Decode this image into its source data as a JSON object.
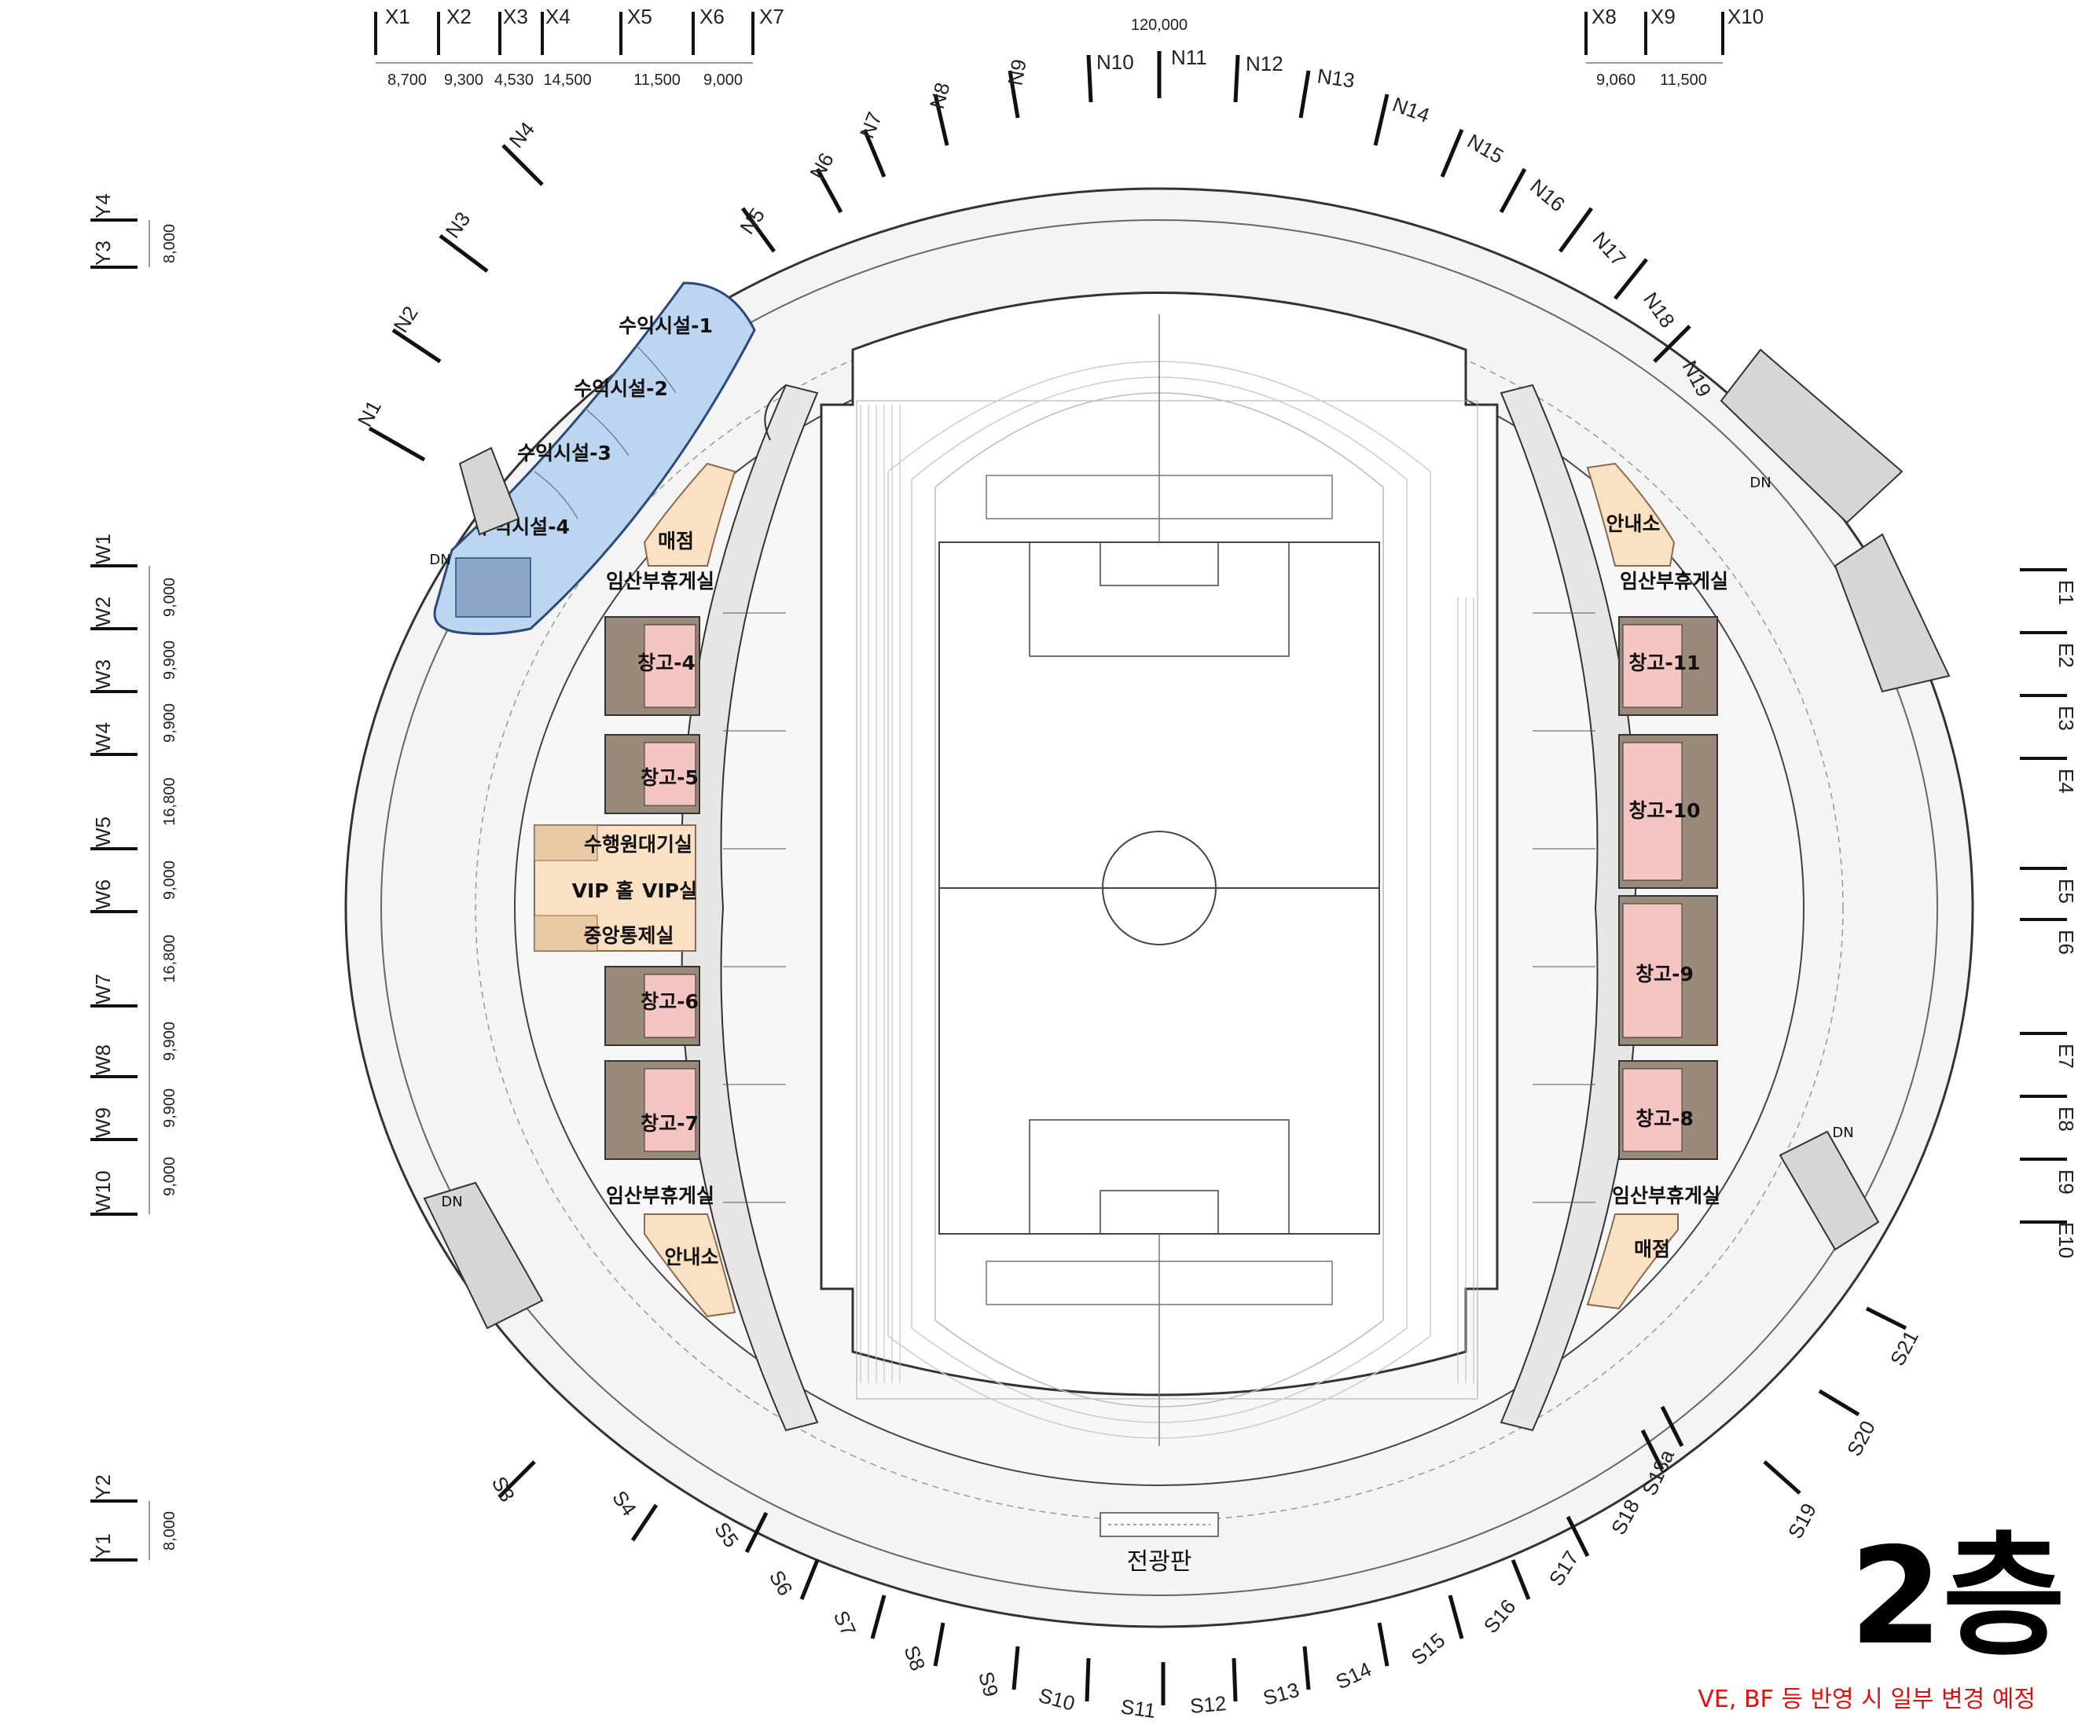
{
  "floor_label": "2층",
  "note": "VE, BF 등 반영 시 일부 변경 예정",
  "overall_dimension": "120,000",
  "colors": {
    "commercial": "#bcd5f0",
    "service": "#fbe1c4",
    "storage": "#f4c5c3",
    "storage_frame": "#9a8a7a",
    "note_red": "#e01010"
  },
  "x_axis": {
    "labels": [
      "X1",
      "X2",
      "X3",
      "X4",
      "X5",
      "X6",
      "X7",
      "X8",
      "X9",
      "X10"
    ],
    "dims": [
      "8,700",
      "9,300",
      "4,530",
      "14,500",
      "11,500",
      "9,000",
      "9,060",
      "11,500"
    ]
  },
  "w_axis": {
    "labels": [
      "W1",
      "W2",
      "W3",
      "W4",
      "W5",
      "W6",
      "W7",
      "W8",
      "W9",
      "W10"
    ],
    "dims": [
      "9,000",
      "9,900",
      "9,900",
      "16,800",
      "9,000",
      "16,800",
      "9,900",
      "9,900",
      "9,000"
    ]
  },
  "y_axis": {
    "labels": [
      "Y4",
      "Y3",
      "Y2",
      "Y1"
    ],
    "dims": [
      "8,000",
      "8,000"
    ]
  },
  "e_axis": {
    "labels": [
      "E1",
      "E2",
      "E3",
      "E4",
      "E5",
      "E6",
      "E7",
      "E8",
      "E9",
      "E10"
    ]
  },
  "n_axis": {
    "labels": [
      "N1",
      "N2",
      "N3",
      "N4",
      "N5",
      "N6",
      "N7",
      "N8",
      "N9",
      "N10",
      "N11",
      "N12",
      "N13",
      "N14",
      "N15",
      "N16",
      "N17",
      "N18",
      "N19"
    ]
  },
  "s_axis": {
    "labels": [
      "S3",
      "S4",
      "S5",
      "S6",
      "S7",
      "S8",
      "S9",
      "S10",
      "S11",
      "S12",
      "S13",
      "S14",
      "S15",
      "S16",
      "S17",
      "S18",
      "S18a",
      "S19",
      "S20",
      "S21"
    ]
  },
  "rooms": {
    "commercial": [
      "수익시설-1",
      "수익시설-2",
      "수익시설-3",
      "수익시설-4"
    ],
    "west_kiosk": "매점",
    "west_lounge_top": "임산부휴게실",
    "west_lounge_bottom": "임산부휴게실",
    "west_info": "안내소",
    "storage_4": "창고-4",
    "storage_5": "창고-5",
    "storage_6": "창고-6",
    "storage_7": "창고-7",
    "waiting_room": "수행원대기실",
    "vip_hall": "VIP 홀",
    "vip_room": "VIP실",
    "control_room": "중앙통제실",
    "east_info": "안내소",
    "east_lounge_top": "임산부휴게실",
    "east_lounge_bottom": "임산부휴게실",
    "east_kiosk": "매점",
    "storage_11": "창고-11",
    "storage_10": "창고-10",
    "storage_9": "창고-9",
    "storage_8": "창고-8",
    "scoreboard": "전광판",
    "dn": "DN"
  }
}
